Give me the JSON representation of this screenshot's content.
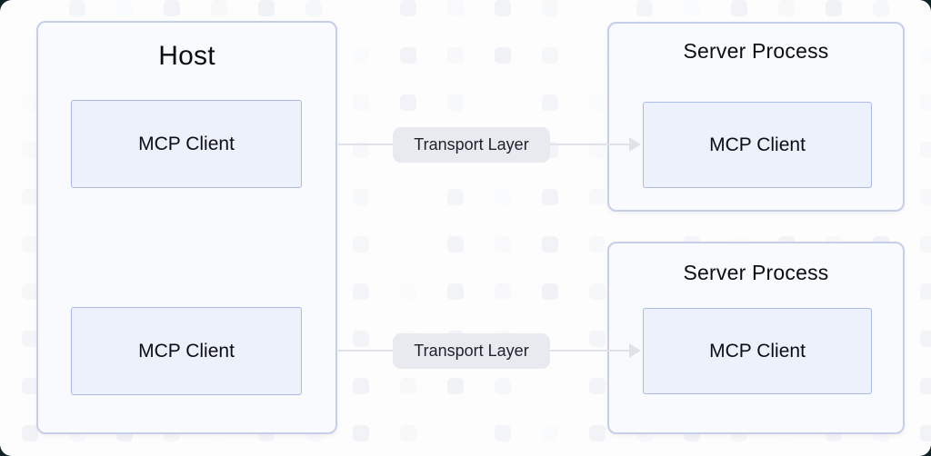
{
  "host": {
    "title": "Host",
    "clients": [
      {
        "label": "MCP Client"
      },
      {
        "label": "MCP Client"
      }
    ]
  },
  "connections": [
    {
      "label": "Transport Layer"
    },
    {
      "label": "Transport Layer"
    }
  ],
  "servers": [
    {
      "title": "Server Process",
      "client": {
        "label": "MCP Client"
      }
    },
    {
      "title": "Server Process",
      "client": {
        "label": "MCP Client"
      }
    }
  ],
  "colors": {
    "page-bg": "#0e2228",
    "canvas-bg": "#fdfdfe",
    "pattern": "#eceef3",
    "outer-fill": "#f9fafd",
    "outer-border": "#c6cee9",
    "inner-fill": "#edf1fc",
    "inner-border": "#adb9e6",
    "label-bg": "#e8eaef",
    "connector": "#dfe2e8",
    "text": "#0b0d12",
    "label-text": "#1c212b"
  }
}
